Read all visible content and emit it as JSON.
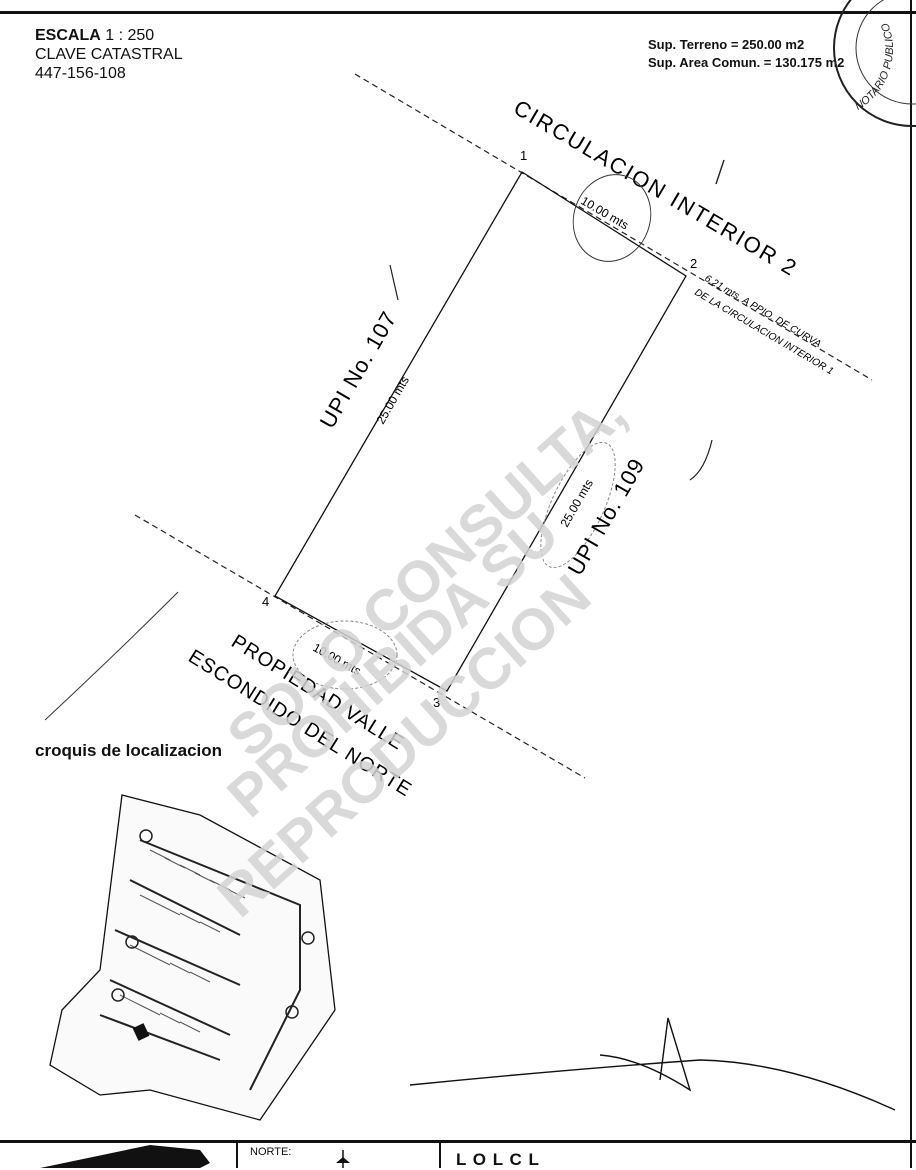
{
  "header": {
    "escala_label": "ESCALA",
    "escala_value": "1 : 250",
    "clave_label": "CLAVE CATASTRAL",
    "clave_value": "447-156-108"
  },
  "surfaces": {
    "terreno": "Sup. Terreno = 250.00 m2",
    "comun": "Sup. Area Comun. = 130.175 m2"
  },
  "seal_text": "NOTARIO PUBLICO",
  "plan": {
    "vertex_1": "1",
    "vertex_2": "2",
    "vertex_3": "3",
    "vertex_4": "4",
    "street_top": "CIRCULACION INTERIOR 2",
    "top_dimension": "10.00 mts",
    "bottom_dimension": "10.00 mts",
    "left_dimension": "25.00 mts",
    "right_dimension": "25.00 mts",
    "curve_note_1": "6.21 mts. A PPIO. DE CURVA",
    "curve_note_2": "DE LA CIRCULACION INTERIOR 1",
    "lot_left": "UPI No. 107",
    "lot_right": "UPI No. 109",
    "prop_line_1": "PROPIEDAD VALLE",
    "prop_line_2": "ESCONDIDO DEL NORTE"
  },
  "watermark": {
    "line_1": "SOLO CONSULTA,",
    "line_2": "PROHIBIDA SU",
    "line_3": "REPRODUCCION"
  },
  "croquis_title": "croquis de localizacion",
  "footer": {
    "norte_label": "NORTE:",
    "bottom_text": "L O  L  C  L"
  }
}
